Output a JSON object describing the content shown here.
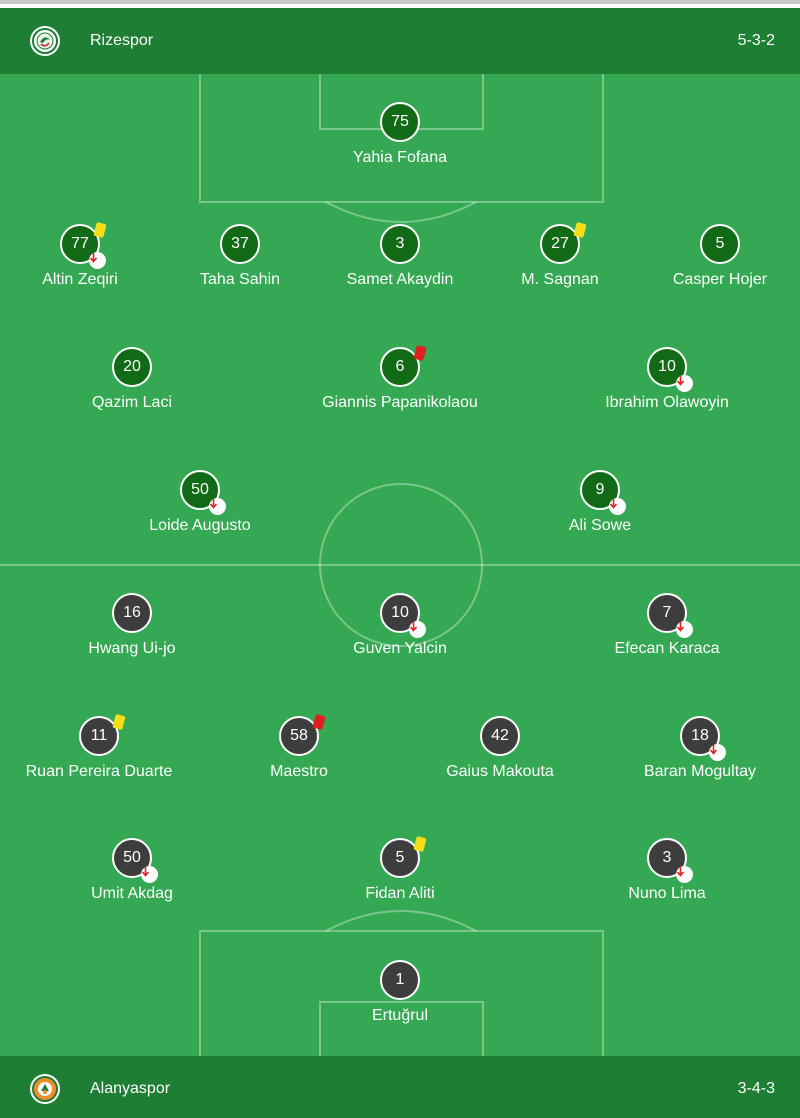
{
  "home": {
    "name": "Rizespor",
    "formation": "5-3-2",
    "logo_icon": "rizespor-logo-icon",
    "players": [
      {
        "number": "75",
        "name": "Yahia Fofana"
      },
      {
        "number": "77",
        "name": "Altin Zeqiri",
        "card": "yellow",
        "sub": true
      },
      {
        "number": "37",
        "name": "Taha Sahin"
      },
      {
        "number": "3",
        "name": "Samet Akaydin"
      },
      {
        "number": "27",
        "name": "M. Sagnan",
        "card": "yellow"
      },
      {
        "number": "5",
        "name": "Casper Hojer"
      },
      {
        "number": "20",
        "name": "Qazim Laci"
      },
      {
        "number": "6",
        "name": "Giannis Papanikolaou",
        "card": "red"
      },
      {
        "number": "10",
        "name": "Ibrahim Olawoyin",
        "sub": true
      },
      {
        "number": "50",
        "name": "Loide Augusto",
        "sub": true
      },
      {
        "number": "9",
        "name": "Ali Sowe",
        "sub": true
      }
    ]
  },
  "away": {
    "name": "Alanyaspor",
    "formation": "3-4-3",
    "logo_icon": "alanyaspor-logo-icon",
    "players": [
      {
        "number": "16",
        "name": "Hwang Ui-jo"
      },
      {
        "number": "10",
        "name": "Guven Yalcin",
        "sub": true
      },
      {
        "number": "7",
        "name": "Efecan Karaca",
        "sub": true
      },
      {
        "number": "11",
        "name": "Ruan Pereira Duarte",
        "card": "yellow"
      },
      {
        "number": "58",
        "name": "Maestro",
        "card": "red"
      },
      {
        "number": "42",
        "name": "Gaius Makouta"
      },
      {
        "number": "18",
        "name": "Baran Mogultay",
        "sub": true
      },
      {
        "number": "50",
        "name": "Umit Akdag",
        "sub": true
      },
      {
        "number": "5",
        "name": "Fidan Aliti",
        "card": "yellow"
      },
      {
        "number": "3",
        "name": "Nuno Lima",
        "sub": true
      },
      {
        "number": "1",
        "name": "Ertuğrul"
      }
    ]
  },
  "colors": {
    "pitch": "#34a853",
    "header_bar": "#1e7e34",
    "home_circle": "#116b16",
    "away_circle": "#3d3d3d",
    "yellow_card": "#f6dd1a",
    "red_card": "#e02020",
    "sub_arrow": "#e02020"
  }
}
